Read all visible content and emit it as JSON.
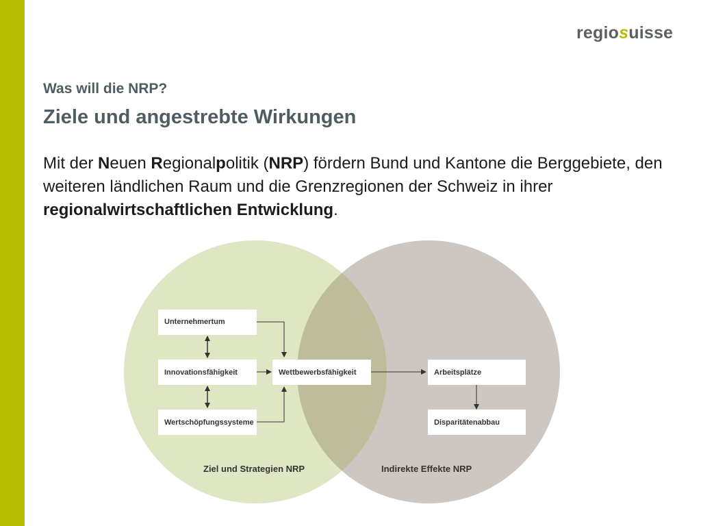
{
  "logo": {
    "part1": "regio",
    "mark": "s",
    "part2": "uisse"
  },
  "header": {
    "subtitle": "Was will die NRP?",
    "title": "Ziele und angestrebte Wirkungen"
  },
  "intro": {
    "t1": "Mit der ",
    "b1": "N",
    "t2": "euen ",
    "b2": "R",
    "t3": "egional",
    "b3": "p",
    "t4": "olitik (",
    "b4": "NRP",
    "t5": ") fördern Bund und Kantone die Berggebiete, den weiteren ländlichen Raum und die Grenzregionen der Schweiz in ihrer ",
    "b5": "regionalwirtschaftlichen Entwicklung",
    "t6": "."
  },
  "diagram": {
    "left_circle_label": "Ziel und Strategien NRP",
    "right_circle_label": "Indirekte Effekte NRP",
    "boxes": {
      "unternehmertum": "Unternehmertum",
      "innovation": "Innovationsfähigkeit",
      "wertschoepfung": "Wertschöpfungssysteme",
      "wettbewerb": "Wettbewerbsfähigkeit",
      "arbeitsplaetze": "Arbeitsplätze",
      "disparitaeten": "Disparitätenabbau"
    },
    "colors": {
      "left_circle": "#dfe6c3",
      "right_circle": "#cec6c0",
      "overlap": "#bfbc9b",
      "accent_bar": "#b4bd00"
    }
  }
}
